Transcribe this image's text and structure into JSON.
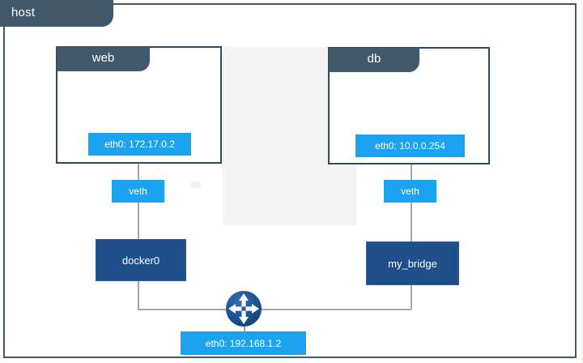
{
  "host": {
    "label": "host",
    "border_color": "#42596B",
    "tab_color": "#42596B"
  },
  "containers": [
    {
      "name": "web",
      "label": "web",
      "iface_label": "eth0: 172.17.0.2",
      "veth_label": "veth"
    },
    {
      "name": "db",
      "label": "db",
      "iface_label": "eth0: 10.0.0.254",
      "veth_label": "veth"
    }
  ],
  "bridges": [
    {
      "name": "docker0",
      "label": "docker0"
    },
    {
      "name": "my_bridge",
      "label": "my_bridge"
    }
  ],
  "router": {
    "icon": "router-icon",
    "iface_label": "eth0: 192.168.1.2"
  },
  "colors": {
    "slate": "#42596B",
    "container_border": "#2B4A63",
    "iface_blue": "#1CA3F0",
    "bridge_blue": "#1F4E88",
    "line_gray": "#A6A6A6",
    "white": "#FFFFFF"
  }
}
